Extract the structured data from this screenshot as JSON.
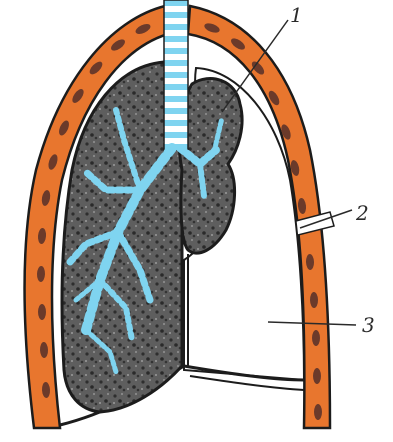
{
  "diagram": {
    "labels": [
      {
        "id": "1",
        "text": "1"
      },
      {
        "id": "2",
        "text": "2"
      },
      {
        "id": "3",
        "text": "3"
      }
    ],
    "colors": {
      "chest_wall": "#e8762e",
      "rib_segments": "#6b3a2a",
      "outline": "#1c1c1c",
      "lung_tissue": "#5e5e5e",
      "lung_speckle": "#2e2e2e",
      "airway_cyan": "#7fd4f0",
      "airway_white": "#ffffff",
      "pleural_cavity": "#ffffff"
    }
  }
}
